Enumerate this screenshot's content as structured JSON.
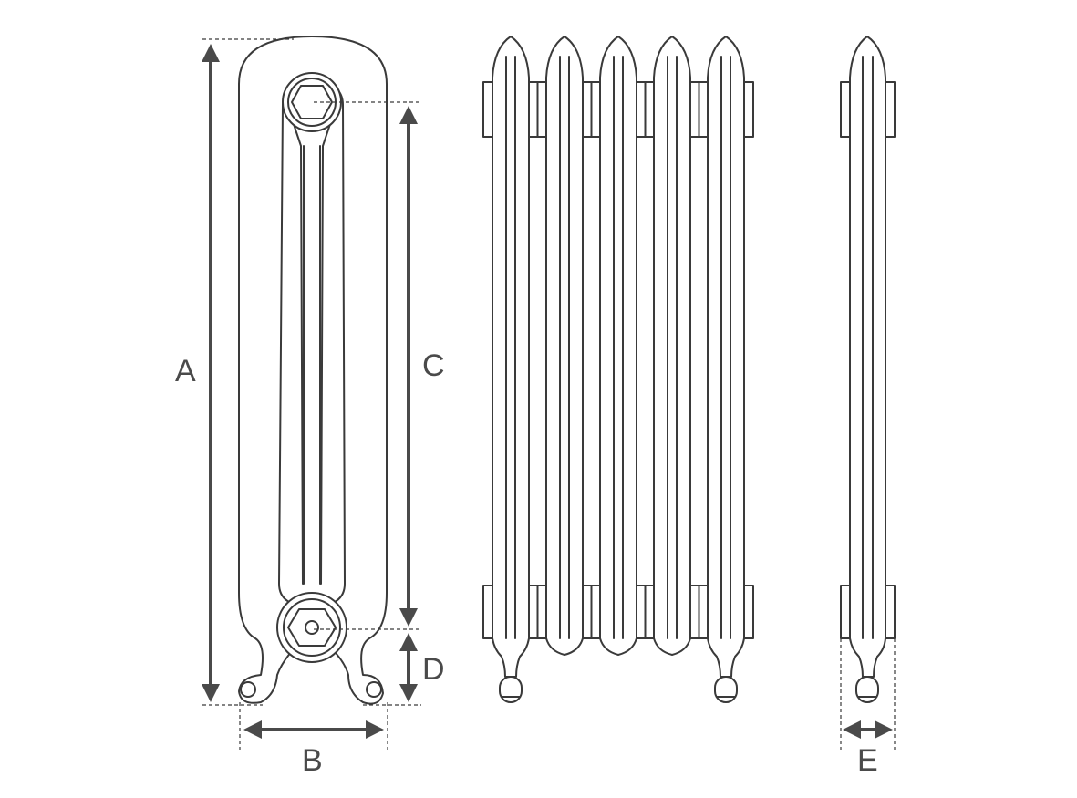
{
  "dimensions": {
    "a": "A",
    "b": "B",
    "c": "C",
    "d": "D",
    "e": "E"
  },
  "colors": {
    "line": "#3a3a3a",
    "dimension": "#4a4a4a",
    "background": "#ffffff"
  }
}
